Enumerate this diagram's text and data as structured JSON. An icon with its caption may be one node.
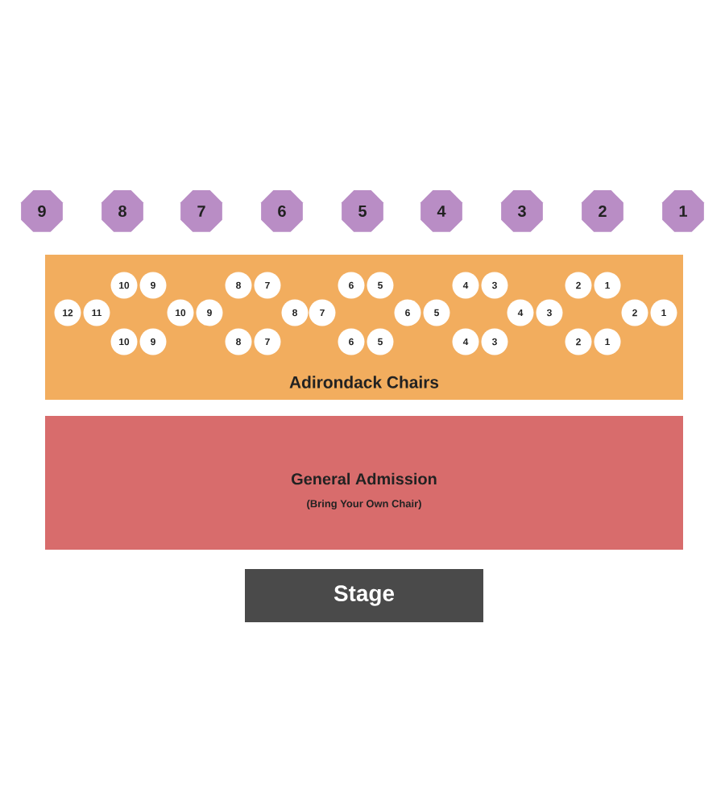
{
  "diagram": {
    "nodes": [
      {
        "text": [
          "9"
        ]
      },
      {
        "text": [
          "8"
        ]
      },
      {
        "text": [
          "7"
        ]
      },
      {
        "text": [
          "6"
        ]
      },
      {
        "text": [
          "5"
        ]
      },
      {
        "text": [
          "4"
        ]
      },
      {
        "text": [
          "3"
        ]
      },
      {
        "text": [
          "2"
        ]
      },
      {
        "text": [
          "1"
        ]
      },
      {
        "text": [
          "Adirondack Chairs"
        ]
      },
      {
        "text": [
          "10"
        ],
        "in": 9
      },
      {
        "text": [
          "9"
        ],
        "in": 9
      },
      {
        "text": [
          "8"
        ],
        "in": 9
      },
      {
        "text": [
          "7"
        ],
        "in": 9
      },
      {
        "text": [
          "6"
        ],
        "in": 9
      },
      {
        "text": [
          "5"
        ],
        "in": 9
      },
      {
        "text": [
          "4"
        ],
        "in": 9
      },
      {
        "text": [
          "3"
        ],
        "in": 9
      },
      {
        "text": [
          "2"
        ],
        "in": 9
      },
      {
        "text": [
          "1"
        ],
        "in": 9
      },
      {
        "text": [
          "12"
        ],
        "in": 9
      },
      {
        "text": [
          "11"
        ],
        "in": 9
      },
      {
        "text": [
          "10"
        ],
        "in": 9
      },
      {
        "text": [
          "9"
        ],
        "in": 9
      },
      {
        "text": [
          "8"
        ],
        "in": 9
      },
      {
        "text": [
          "7"
        ],
        "in": 9
      },
      {
        "text": [
          "6"
        ],
        "in": 9
      },
      {
        "text": [
          "5"
        ],
        "in": 9
      },
      {
        "text": [
          "4"
        ],
        "in": 9
      },
      {
        "text": [
          "3"
        ],
        "in": 9
      },
      {
        "text": [
          "2"
        ],
        "in": 9
      },
      {
        "text": [
          "1"
        ],
        "in": 9
      },
      {
        "text": [
          "10"
        ],
        "in": 9
      },
      {
        "text": [
          "9"
        ],
        "in": 9
      },
      {
        "text": [
          "8"
        ],
        "in": 9
      },
      {
        "text": [
          "7"
        ],
        "in": 9
      },
      {
        "text": [
          "6"
        ],
        "in": 9
      },
      {
        "text": [
          "5"
        ],
        "in": 9
      },
      {
        "text": [
          "4"
        ],
        "in": 9
      },
      {
        "text": [
          "3"
        ],
        "in": 9
      },
      {
        "text": [
          "2"
        ],
        "in": 9
      },
      {
        "text": [
          "1"
        ],
        "in": 9
      },
      {
        "text": [
          "General Admission",
          "(Bring Your Own Chair)"
        ]
      },
      {
        "text": [
          "Stage"
        ]
      }
    ]
  }
}
